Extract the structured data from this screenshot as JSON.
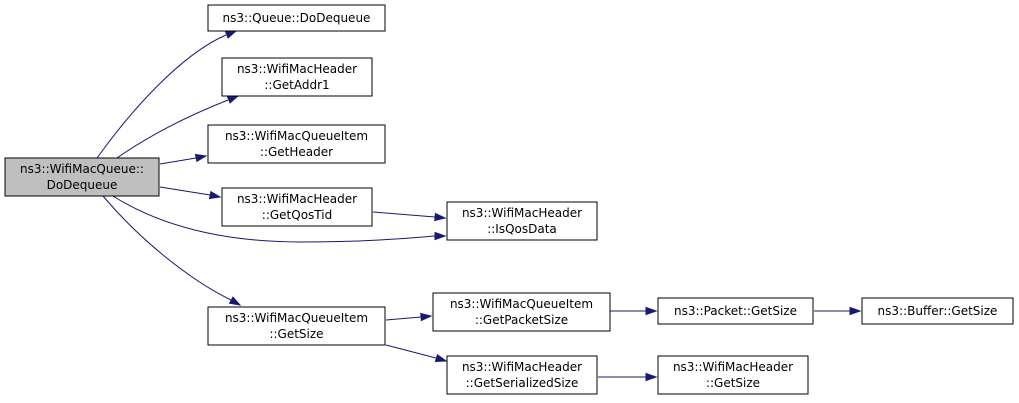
{
  "diagram": {
    "type": "call-graph",
    "root": "n0",
    "colors": {
      "root_fill": "#bfbfbf",
      "node_fill": "#ffffff",
      "border": "#000000",
      "edge": "#191970"
    },
    "nodes": [
      {
        "id": "n0",
        "lines": [
          "ns3::WifiMacQueue::",
          "DoDequeue"
        ]
      },
      {
        "id": "n1",
        "lines": [
          "ns3::Queue::DoDequeue"
        ]
      },
      {
        "id": "n2",
        "lines": [
          "ns3::WifiMacHeader",
          "::GetAddr1"
        ]
      },
      {
        "id": "n3",
        "lines": [
          "ns3::WifiMacQueueItem",
          "::GetHeader"
        ]
      },
      {
        "id": "n4",
        "lines": [
          "ns3::WifiMacHeader",
          "::GetQosTid"
        ]
      },
      {
        "id": "n5",
        "lines": [
          "ns3::WifiMacHeader",
          "::IsQosData"
        ]
      },
      {
        "id": "n6",
        "lines": [
          "ns3::WifiMacQueueItem",
          "::GetSize"
        ]
      },
      {
        "id": "n7",
        "lines": [
          "ns3::WifiMacQueueItem",
          "::GetPacketSize"
        ]
      },
      {
        "id": "n8",
        "lines": [
          "ns3::WifiMacHeader",
          "::GetSerializedSize"
        ]
      },
      {
        "id": "n9",
        "lines": [
          "ns3::Packet::GetSize"
        ]
      },
      {
        "id": "n10",
        "lines": [
          "ns3::WifiMacHeader",
          "::GetSize"
        ]
      },
      {
        "id": "n11",
        "lines": [
          "ns3::Buffer::GetSize"
        ]
      }
    ],
    "edges": [
      {
        "from": "n0",
        "to": "n1"
      },
      {
        "from": "n0",
        "to": "n2"
      },
      {
        "from": "n0",
        "to": "n3"
      },
      {
        "from": "n0",
        "to": "n4"
      },
      {
        "from": "n0",
        "to": "n5"
      },
      {
        "from": "n0",
        "to": "n6"
      },
      {
        "from": "n4",
        "to": "n5"
      },
      {
        "from": "n6",
        "to": "n7"
      },
      {
        "from": "n6",
        "to": "n8"
      },
      {
        "from": "n7",
        "to": "n9"
      },
      {
        "from": "n8",
        "to": "n10"
      },
      {
        "from": "n9",
        "to": "n11"
      }
    ]
  }
}
